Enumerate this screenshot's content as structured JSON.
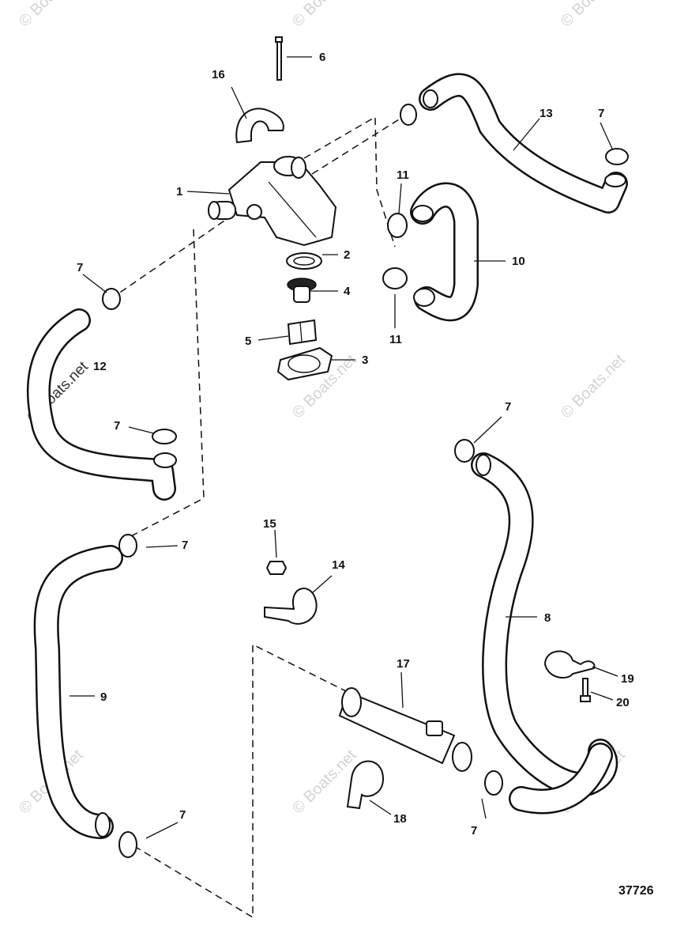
{
  "watermark": "© Boats.net",
  "figure_number": "37726",
  "callouts": [
    "1",
    "2",
    "3",
    "4",
    "5",
    "6",
    "7",
    "8",
    "9",
    "10",
    "11",
    "12",
    "13",
    "14",
    "15",
    "16",
    "17",
    "18",
    "19",
    "20"
  ]
}
